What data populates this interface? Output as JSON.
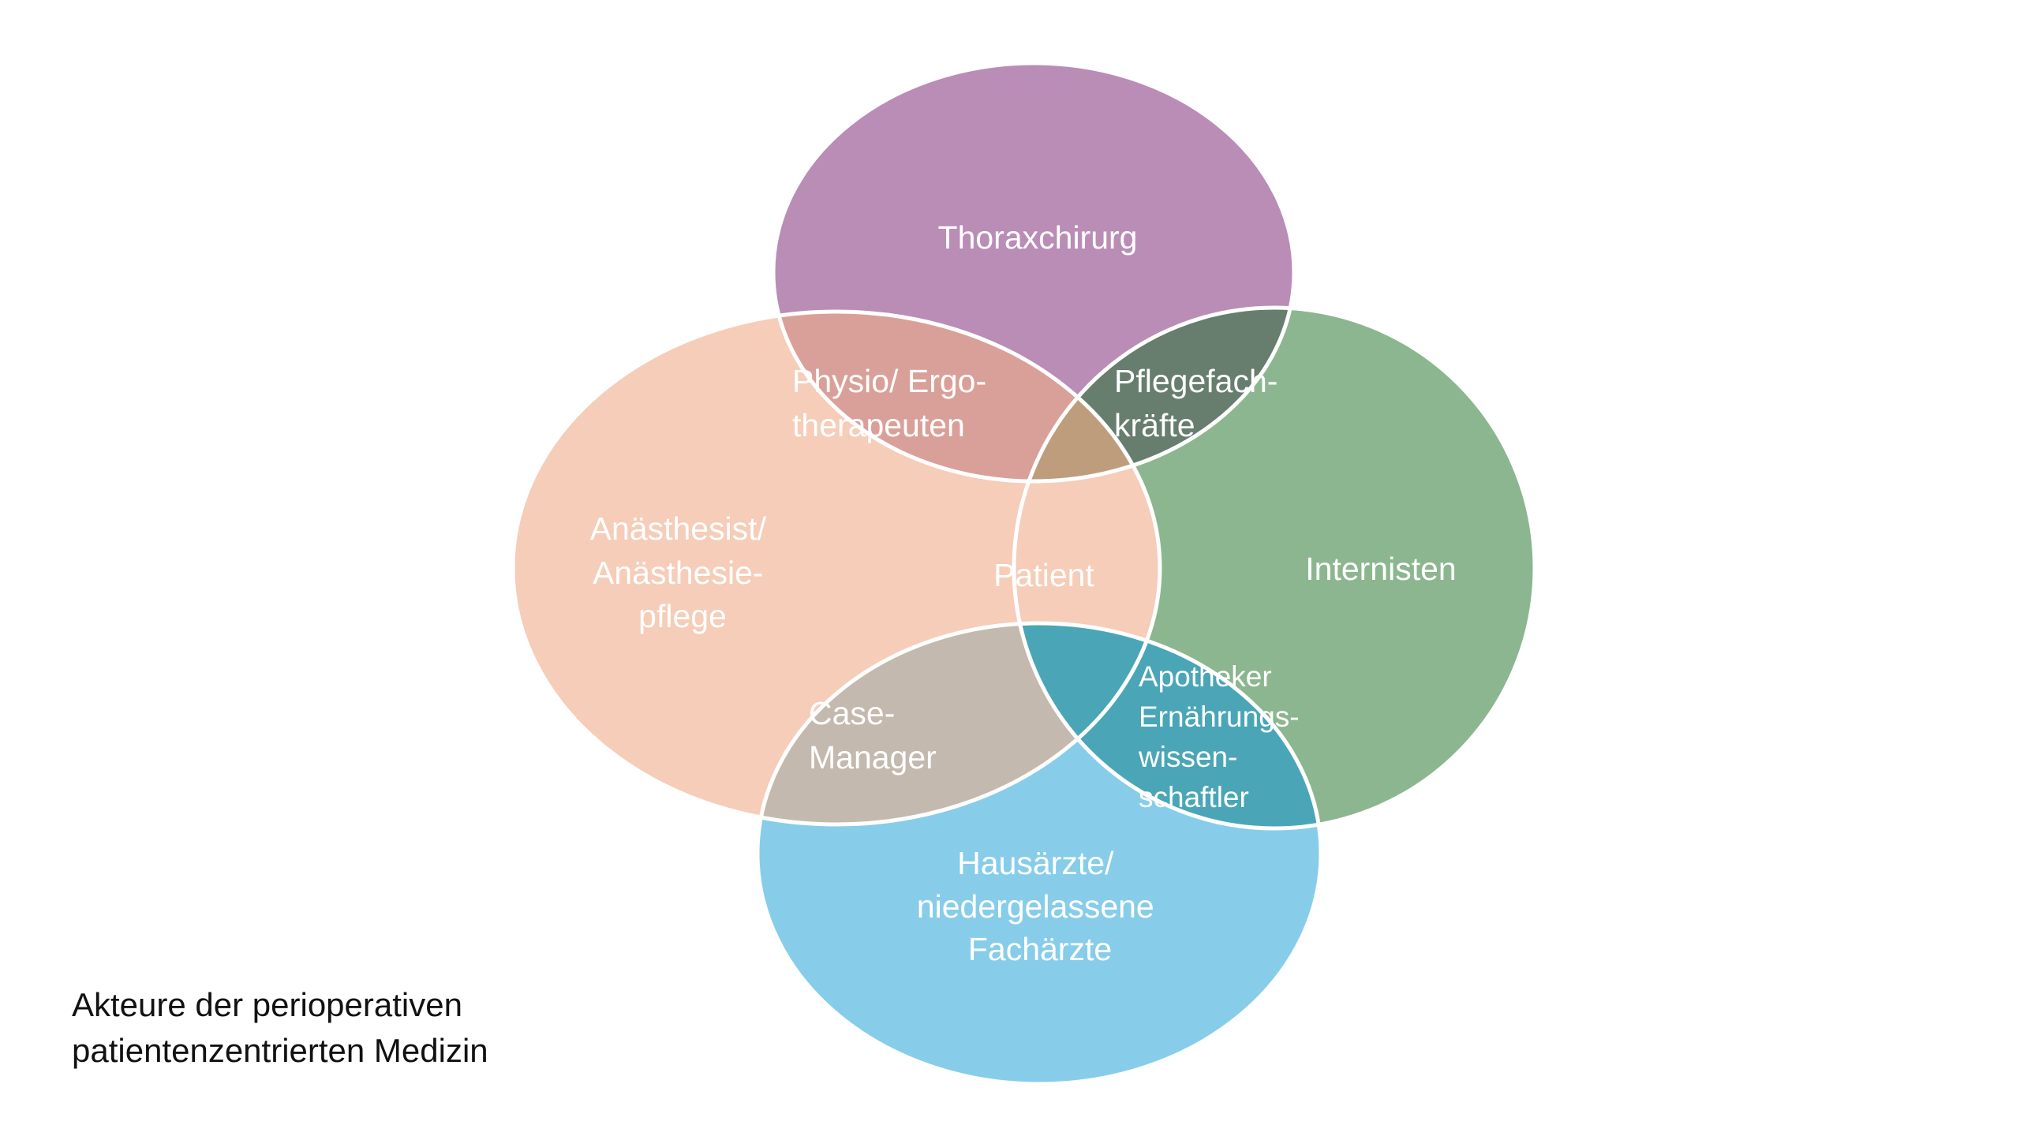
{
  "diagram": {
    "circles": [
      {
        "id": "top",
        "label_lines": [
          "Thoraxchirurg"
        ],
        "color": "#b98db6"
      },
      {
        "id": "left",
        "label_lines": [
          "Anästhesist/",
          "Anästhesie-",
          "pflege"
        ],
        "color": "#f5cdb8"
      },
      {
        "id": "right",
        "label_lines": [
          "Internisten"
        ],
        "color": "#8cb68f"
      },
      {
        "id": "bottom",
        "label_lines": [
          "Hausärzte/",
          "niedergelassene",
          "Fachärzte"
        ],
        "color": "#87cdea"
      }
    ],
    "overlaps": {
      "top_left": {
        "label_lines": [
          "Physio/ Ergo-",
          "therapeuten"
        ],
        "color": "#d9a099"
      },
      "top_right": {
        "label_lines": [
          "Pflegefach-",
          "kräfte"
        ],
        "color": "#677d6e"
      },
      "left_bottom": {
        "label_lines": [
          "Case-",
          "Manager"
        ],
        "color": "#c4b9ae"
      },
      "right_bottom": {
        "label_lines": [
          "Apotheker",
          "Ernährungs-",
          "wissen-",
          "schaftler"
        ],
        "color": "#4aa6b6"
      },
      "top_left_right": {
        "color": "#be9d7d"
      },
      "top_right_bottom": {
        "color": "#358d9e"
      },
      "top_left_bottom": {
        "color": "#b9a7a0"
      },
      "center": {
        "label_lines": [
          "Patient"
        ],
        "color": "#a69e93"
      }
    },
    "outline_color": "#ffffff"
  },
  "caption": {
    "line1": "Akteure der perioperativen",
    "line2": "patientenzentrierten Medizin"
  }
}
